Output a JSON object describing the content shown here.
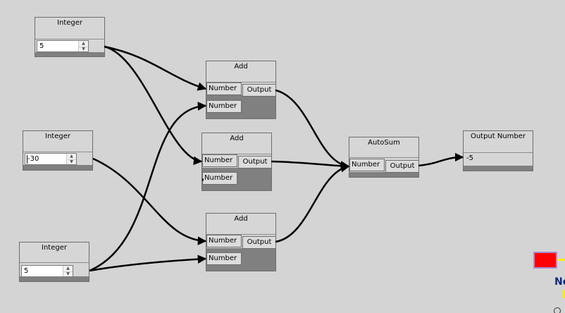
{
  "nodes": {
    "integer1": {
      "title": "Integer",
      "value": "5"
    },
    "integer2": {
      "title": "Integer",
      "value": "-30"
    },
    "integer3": {
      "title": "Integer",
      "value": "5"
    },
    "add1": {
      "title": "Add",
      "in1": "Number",
      "in2": "Number",
      "out": "Output"
    },
    "add2": {
      "title": "Add",
      "in1": "Number",
      "in2": "Number",
      "out": "Output"
    },
    "add3": {
      "title": "Add",
      "in1": "Number",
      "in2": "Number",
      "out": "Output"
    },
    "autosum": {
      "title": "AutoSum",
      "in1": "Number",
      "out": "Output"
    },
    "output": {
      "title": "Output Number",
      "value": "-5"
    }
  },
  "edge": {
    "partial_label": "No"
  },
  "colors": {
    "canvas_bg": "#d4d4d4",
    "node_bg": "#d6d6d6",
    "node_footer": "#808080",
    "wire": "#000000",
    "red_block": "#ff0000",
    "yellow_line": "#ffee00",
    "edge_text": "#0f2a7a"
  },
  "icons": {
    "spin_up": "spin-up-arrow-icon",
    "spin_down": "spin-down-arrow-icon",
    "wire_arrow": "arrow-head-icon"
  }
}
